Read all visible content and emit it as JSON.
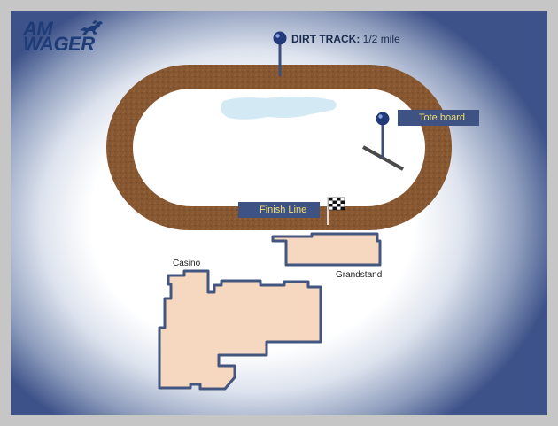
{
  "logo": {
    "line1": "AM",
    "line2": "WAGER"
  },
  "map": {
    "dirt_track_label": "DIRT TRACK:",
    "dirt_track_value": "1/2  mile",
    "tote_board_label": "Tote board",
    "finish_line_label": "Finish Line",
    "casino_label": "Casino",
    "grandstand_label": "Grandstand"
  },
  "colors": {
    "background": "#c5c6c5",
    "track_dirt": "#8a5a33",
    "infield": "#ffffff",
    "building_fill": "#f6d7bf",
    "building_outline": "#43567f",
    "tag_background": "#3e5384",
    "tag_text": "#f2df6b",
    "pin": "#223a7a",
    "pond": "#cfe6f3"
  },
  "icons": {
    "pin": "map-pin-icon",
    "finish_flag": "checkered-flag-icon",
    "logo_horse": "racing-horse-icon"
  }
}
